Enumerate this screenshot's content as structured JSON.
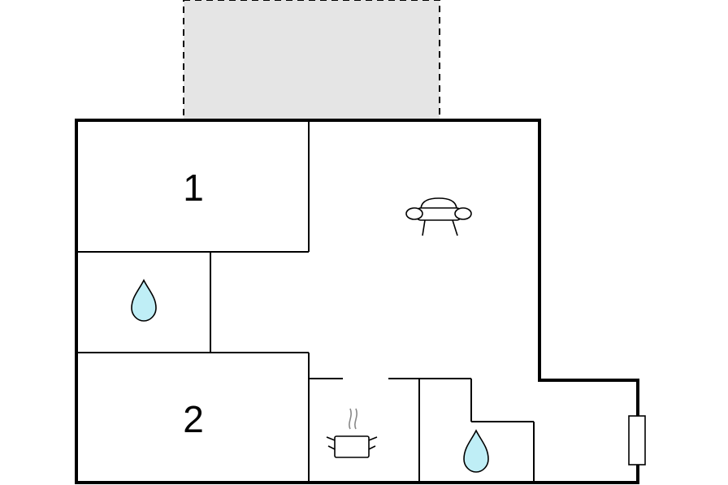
{
  "rooms": {
    "bedroom_1": {
      "label": "1"
    },
    "bedroom_2": {
      "label": "2"
    }
  },
  "icons": {
    "living_room": "sofa-icon",
    "bathroom_upper": "water-drop-icon",
    "kitchen": "cooking-pot-icon",
    "bathroom_lower": "water-drop-icon",
    "heater": "radiator-icon"
  },
  "terrace": {
    "pattern": "dashed"
  },
  "colors": {
    "terrace_fill": "#e5e5e5",
    "water_fill": "#bfeef6",
    "wall": "#000000",
    "steam": "#888888"
  }
}
